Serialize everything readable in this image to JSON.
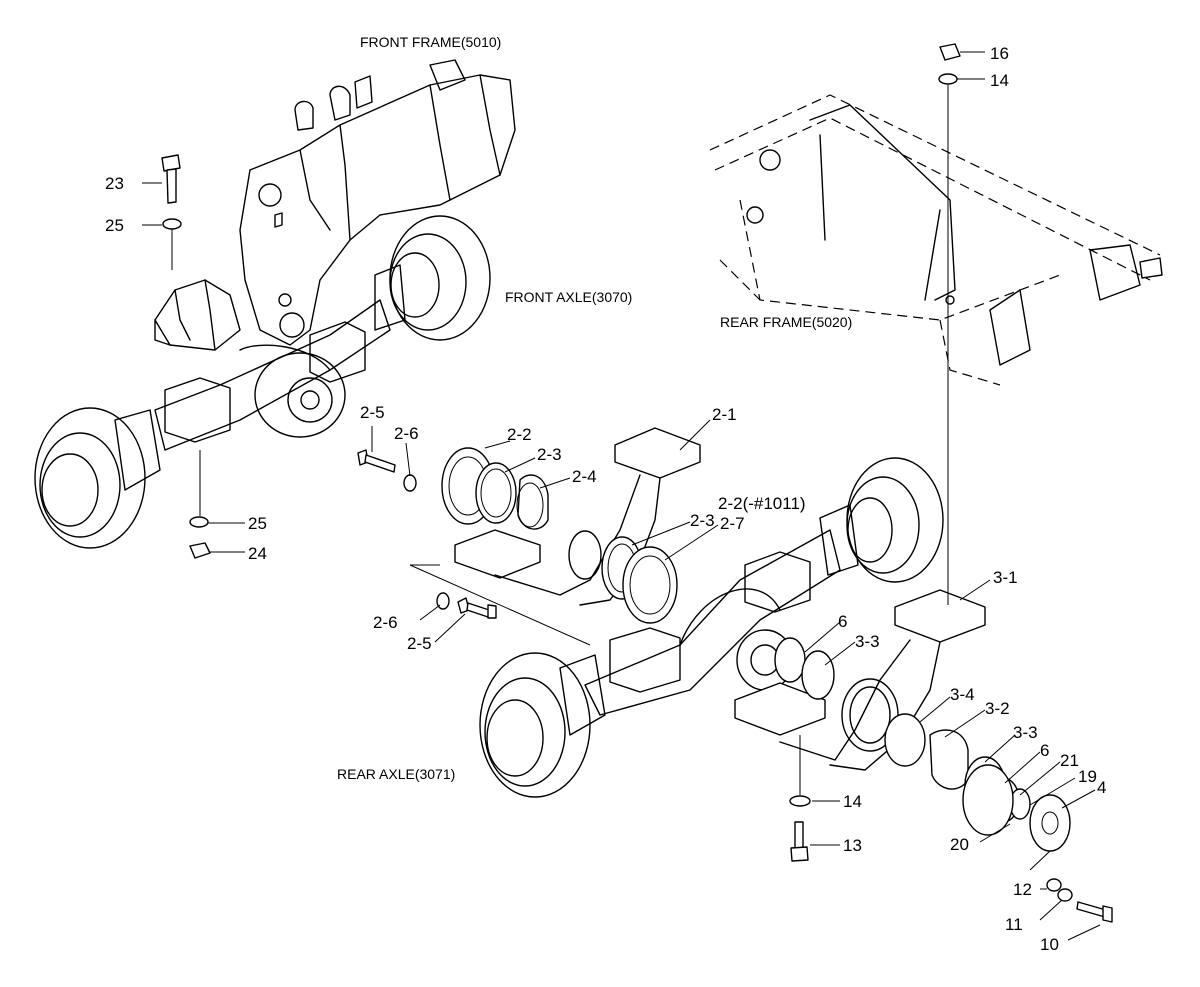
{
  "captions": {
    "front_frame": "FRONT FRAME(5010)",
    "front_axle": "FRONT AXLE(3070)",
    "rear_frame": "REAR FRAME(5020)",
    "rear_axle": "REAR AXLE(3071)"
  },
  "callouts": {
    "c16": "16",
    "c14_top": "14",
    "c23": "23",
    "c25_top": "25",
    "c25_bottom": "25",
    "c24": "24",
    "c2_1": "2-1",
    "c2_2": "2-2",
    "c2_2_alt": "2-2(-#1011)",
    "c2_3": "2-3",
    "c2_3_b": "2-3",
    "c2_4": "2-4",
    "c2_5_top": "2-5",
    "c2_5_bottom": "2-5",
    "c2_6_top": "2-6",
    "c2_6_bottom": "2-6",
    "c2_7": "2-7",
    "c3_1": "3-1",
    "c3_2": "3-2",
    "c3_3_a": "3-3",
    "c3_3_b": "3-3",
    "c3_4": "3-4",
    "c6_a": "6",
    "c6_b": "6",
    "c21": "21",
    "c19": "19",
    "c4": "4",
    "c20": "20",
    "c14_bottom": "14",
    "c13": "13",
    "c12": "12",
    "c11": "11",
    "c10": "10"
  }
}
